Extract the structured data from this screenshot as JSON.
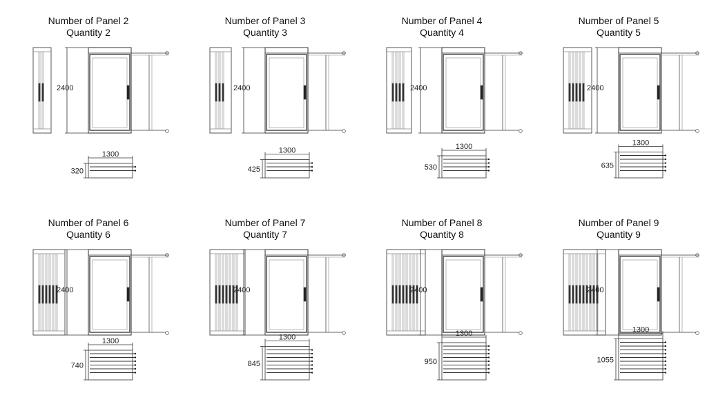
{
  "height_label": "2400",
  "width_label": "1300",
  "panels": [
    {
      "title": "Number of Panel 2",
      "quantity": "Quantity 2",
      "panels": 2,
      "depth_label": "320"
    },
    {
      "title": "Number of Panel 3",
      "quantity": "Quantity 3",
      "panels": 3,
      "depth_label": "425"
    },
    {
      "title": "Number of Panel 4",
      "quantity": "Quantity 4",
      "panels": 4,
      "depth_label": "530"
    },
    {
      "title": "Number of Panel 5",
      "quantity": "Quantity 5",
      "panels": 5,
      "depth_label": "635"
    },
    {
      "title": "Number of Panel 6",
      "quantity": "Quantity 6",
      "panels": 6,
      "depth_label": "740"
    },
    {
      "title": "Number of Panel 7",
      "quantity": "Quantity 7",
      "panels": 7,
      "depth_label": "845"
    },
    {
      "title": "Number of Panel 8",
      "quantity": "Quantity 8",
      "panels": 8,
      "depth_label": "950"
    },
    {
      "title": "Number of Panel 9",
      "quantity": "Quantity 9",
      "panels": 9,
      "depth_label": "1055"
    }
  ],
  "colors": {
    "line": "#333333",
    "frame": "#444444",
    "light": "#888888"
  }
}
